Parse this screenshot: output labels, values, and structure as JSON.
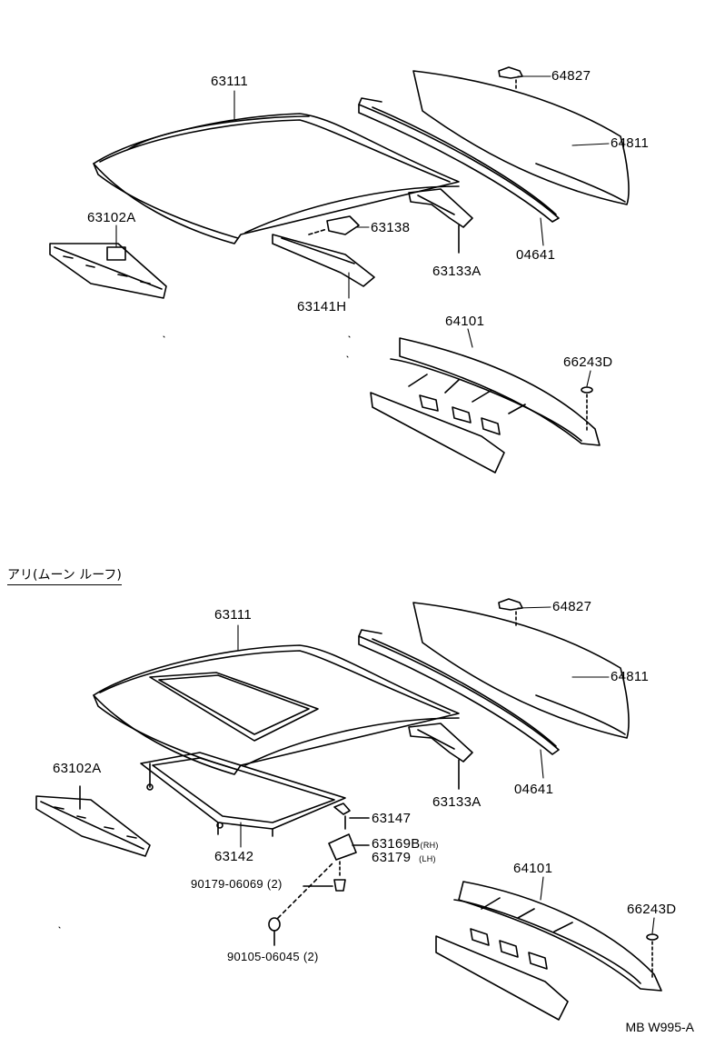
{
  "top": {
    "roof": "63111",
    "glass_clip": "64827",
    "back_glass": "64811",
    "weatherstrip": "04641",
    "front_header": "63102A",
    "roof_bow": "63138",
    "rear_header": "63133A",
    "side_rail": "63141H",
    "package_tray": "64101",
    "plug": "66243D"
  },
  "moonroof_heading": "アリ(ムーン ルーフ)",
  "bottom": {
    "roof": "63111",
    "glass_clip": "64827",
    "back_glass": "64811",
    "weatherstrip": "04641",
    "front_header": "63102A",
    "rear_header": "63133A",
    "reinforcement": "63142",
    "bolt": "63147",
    "bracket_rh": "63169B",
    "bracket_rh_side": "(RH)",
    "bracket_lh": "63179",
    "bracket_lh_side": "(LH)",
    "screw": "90179-06069",
    "screw_qty": "(2)",
    "clip": "90105-06045",
    "clip_qty": "(2)",
    "package_tray": "64101",
    "plug": "66243D"
  },
  "catalog_code": "MB W995-A"
}
